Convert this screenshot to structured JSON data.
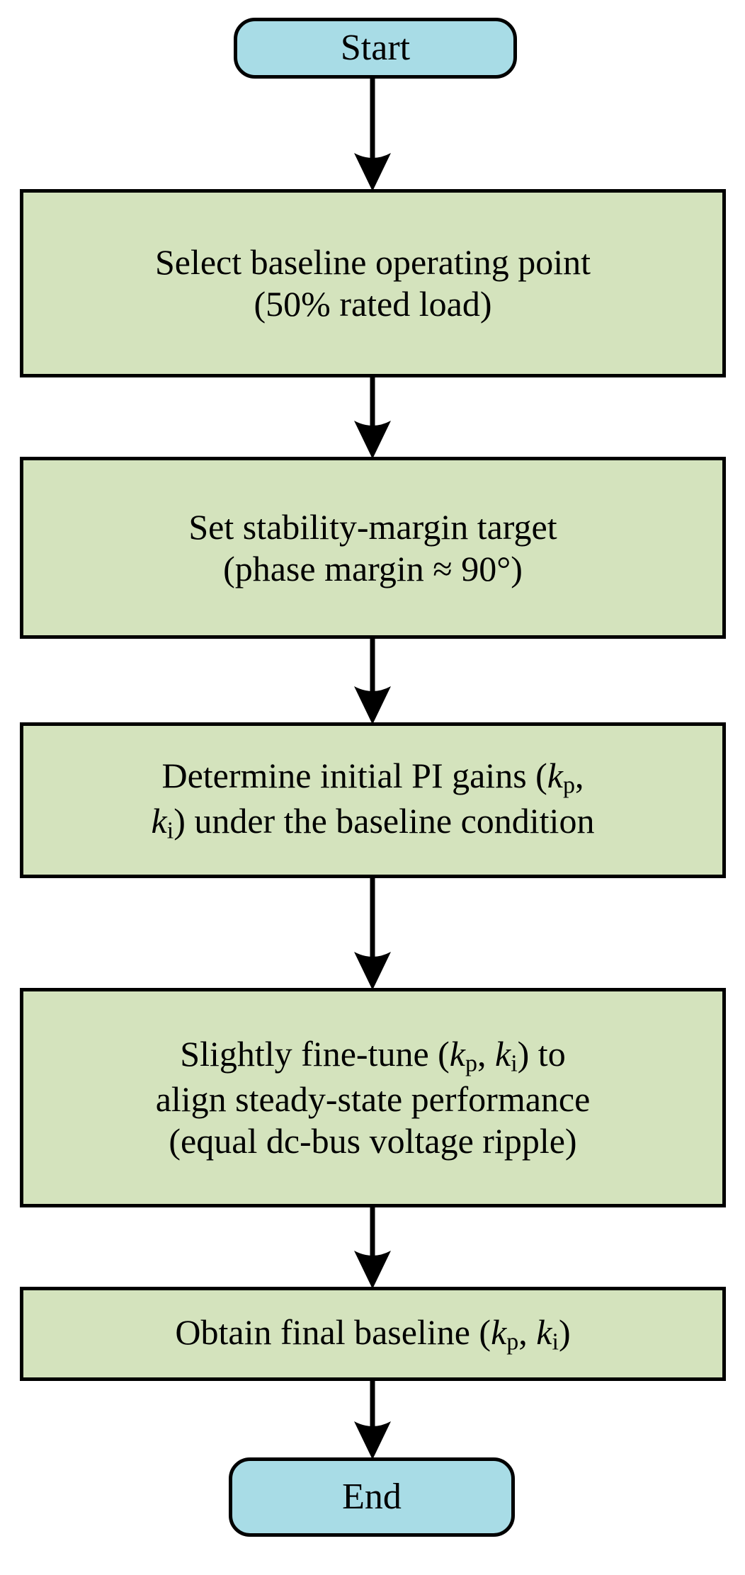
{
  "diagram": {
    "title": "Baseline PI gain tuning flowchart",
    "orientation": "top-to-bottom",
    "colors": {
      "terminal_fill": "#a8dce6",
      "process_fill": "#d4e3bd",
      "stroke": "#000000",
      "background": "#ffffff"
    },
    "nodes": [
      {
        "id": "start",
        "type": "terminal",
        "shape": "rounded-rectangle",
        "fill": "#a8dce6",
        "text": "Start",
        "lines": [
          "Start"
        ]
      },
      {
        "id": "step1",
        "type": "process",
        "shape": "rectangle",
        "fill": "#d4e3bd",
        "text": "Select baseline operating point (50% rated load)",
        "lines": [
          "Select baseline operating point",
          "(50% rated load)"
        ]
      },
      {
        "id": "step2",
        "type": "process",
        "shape": "rectangle",
        "fill": "#d4e3bd",
        "text": "Set stability-margin target (phase margin ≈ 90°)",
        "lines": [
          "Set stability-margin target",
          "(phase margin ≈ 90°)"
        ]
      },
      {
        "id": "step3",
        "type": "process",
        "shape": "rectangle",
        "fill": "#d4e3bd",
        "text": "Determine initial PI gains (kp, ki) under the baseline condition",
        "line1_pre": "Determine initial PI gains (",
        "line1_var": "k",
        "line1_sub": "p",
        "line1_post": ",",
        "line2_var": "k",
        "line2_sub": "i",
        "line2_post": ") under the baseline condition"
      },
      {
        "id": "step4",
        "type": "process",
        "shape": "rectangle",
        "fill": "#d4e3bd",
        "text": "Slightly fine-tune (kp, ki) to align steady-state performance (equal dc-bus voltage ripple)",
        "line1_pre": "Slightly fine-tune (",
        "line1_var1": "k",
        "line1_sub1": "p",
        "line1_mid": ", ",
        "line1_var2": "k",
        "line1_sub2": "i",
        "line1_post": ") to",
        "line2": "align steady-state performance",
        "line3": "(equal dc-bus voltage ripple)"
      },
      {
        "id": "step5",
        "type": "process",
        "shape": "rectangle",
        "fill": "#d4e3bd",
        "text": "Obtain final baseline (kp, ki)",
        "line1_pre": "Obtain final baseline (",
        "line1_var1": "k",
        "line1_sub1": "p",
        "line1_mid": ", ",
        "line1_var2": "k",
        "line1_sub2": "i",
        "line1_post": ")"
      },
      {
        "id": "end",
        "type": "terminal",
        "shape": "rounded-rectangle",
        "fill": "#a8dce6",
        "text": "End",
        "lines": [
          "End"
        ]
      }
    ],
    "edges": [
      {
        "id": "e1",
        "from": "start",
        "to": "step1",
        "label": "",
        "arrow": "filled-triangle"
      },
      {
        "id": "e2",
        "from": "step1",
        "to": "step2",
        "label": "",
        "arrow": "filled-triangle"
      },
      {
        "id": "e3",
        "from": "step2",
        "to": "step3",
        "label": "",
        "arrow": "filled-triangle"
      },
      {
        "id": "e4",
        "from": "step3",
        "to": "step4",
        "label": "",
        "arrow": "filled-triangle"
      },
      {
        "id": "e5",
        "from": "step4",
        "to": "step5",
        "label": "",
        "arrow": "filled-triangle"
      },
      {
        "id": "e6",
        "from": "step5",
        "to": "end",
        "label": "",
        "arrow": "filled-triangle"
      }
    ]
  }
}
